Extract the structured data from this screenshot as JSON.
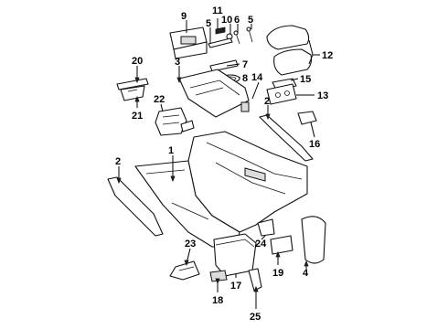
{
  "diagram": {
    "callouts": [
      {
        "id": "c1",
        "text": "1"
      },
      {
        "id": "c2a",
        "text": "2"
      },
      {
        "id": "c2b",
        "text": "2"
      },
      {
        "id": "c3",
        "text": "3"
      },
      {
        "id": "c4",
        "text": "4"
      },
      {
        "id": "c5a",
        "text": "5"
      },
      {
        "id": "c5b",
        "text": "5"
      },
      {
        "id": "c6",
        "text": "6"
      },
      {
        "id": "c7",
        "text": "7"
      },
      {
        "id": "c8",
        "text": "8"
      },
      {
        "id": "c9",
        "text": "9"
      },
      {
        "id": "c10",
        "text": "10"
      },
      {
        "id": "c11",
        "text": "11"
      },
      {
        "id": "c12",
        "text": "12"
      },
      {
        "id": "c13",
        "text": "13"
      },
      {
        "id": "c14",
        "text": "14"
      },
      {
        "id": "c15",
        "text": "15"
      },
      {
        "id": "c16",
        "text": "16"
      },
      {
        "id": "c17",
        "text": "17"
      },
      {
        "id": "c18",
        "text": "18"
      },
      {
        "id": "c19",
        "text": "19"
      },
      {
        "id": "c20",
        "text": "20"
      },
      {
        "id": "c21",
        "text": "21"
      },
      {
        "id": "c22",
        "text": "22"
      },
      {
        "id": "c23",
        "text": "23"
      },
      {
        "id": "c24",
        "text": "24"
      },
      {
        "id": "c25",
        "text": "25"
      }
    ]
  }
}
